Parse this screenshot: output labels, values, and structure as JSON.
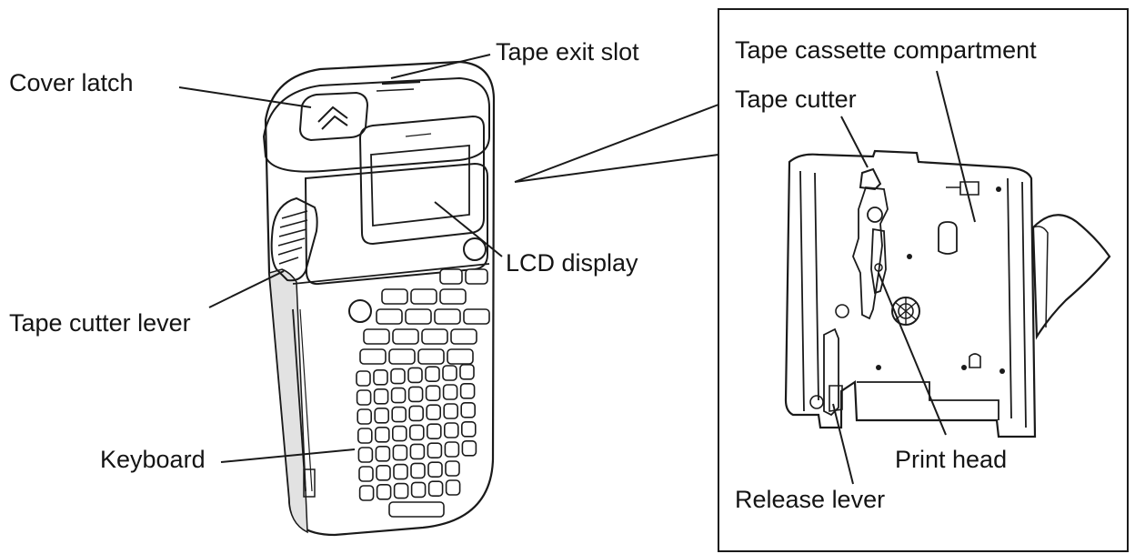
{
  "labels": {
    "cover_latch": "Cover latch",
    "tape_exit_slot": "Tape exit slot",
    "lcd_display": "LCD display",
    "tape_cutter_lever": "Tape cutter lever",
    "keyboard": "Keyboard",
    "tape_cassette_compartment": "Tape cassette compartment",
    "tape_cutter": "Tape cutter",
    "print_head": "Print head",
    "release_lever": "Release lever"
  },
  "colors": {
    "line": "#1a1a1a",
    "body_fill": "#ffffff",
    "shadow_fill": "#d6d6d6",
    "key_fill": "#ffffff"
  },
  "icons": {
    "label_printer": "label-printer-illustration",
    "cassette_detail": "cassette-compartment-detail"
  }
}
